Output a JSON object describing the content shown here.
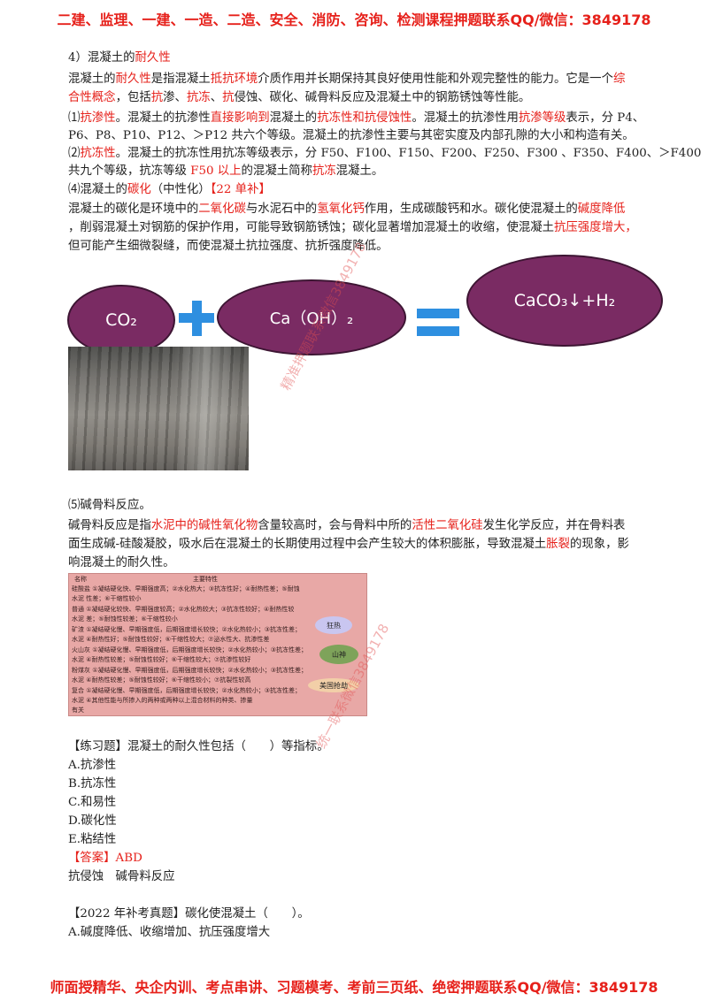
{
  "header_banner": "二建、监理、一建、一造、二造、安全、消防、咨询、检测课程押题联系QQ/微信：3849178",
  "footer_banner": "师面授精华、央企内训、考点串讲、习题模考、考前三页纸、绝密押题联系QQ/微信：3849178",
  "section_title": {
    "prefix": "4）混凝土的",
    "highlight": "耐久性"
  },
  "intro": {
    "l1": [
      "混凝土的",
      "耐久性",
      "是指混凝土",
      "抵抗环境",
      "介质作用并长期保持其良好使用性能和外观完整性的能力。它是一个",
      "综"
    ],
    "l2": [
      "合性概念",
      "，包括",
      "抗",
      "渗、",
      "抗冻",
      "、",
      "抗",
      "侵蚀、碳化、碱骨料反应及混凝土中的钢筋锈蚀等性能。"
    ]
  },
  "impermeability": {
    "l1": [
      "⑴",
      "抗渗性",
      "。混凝土的抗渗性",
      "直接影响到",
      "混凝土的",
      "抗冻性和抗侵蚀性",
      "。混凝土的抗渗性用",
      "抗渗等级",
      "表示，分 P4、"
    ],
    "l2": "P6、P8、P10、P12、＞P12 共六个等级。混凝土的抗渗性主要与其密实度及内部孔隙的大小和构造有关。"
  },
  "frost": {
    "l1": [
      "⑵",
      "抗冻性",
      "。混凝土的抗冻性用抗冻等级表示，分 F50、F100、F150、F200、F250、F300 、F350、F400、＞F400"
    ],
    "l2": [
      "共九个等级，抗冻等级 ",
      "F50 以上",
      "的混凝土简称",
      "抗冻",
      "混凝土。"
    ]
  },
  "carbonation_title": [
    "⑷混凝土的",
    "碳化",
    "（中性化）",
    "【22 单补】"
  ],
  "carbonation": {
    "l1": [
      "混凝土的碳化是环境中的",
      "二氧化碳",
      "与水泥石中的",
      "氢氧化钙",
      "作用，生成碳酸钙和水。碳化使混凝土的",
      "碱度降低"
    ],
    "l2": "，削弱混凝土对钢筋的保护作用，可能导致钢筋锈蚀；碳化显著增加混凝土的收缩，使混凝土",
    "l2_red": "抗压强度增大，",
    "l3": "但可能产生细微裂缝，而使混凝土抗拉强度、抗折强度降低。"
  },
  "equation": {
    "left": "CO₂",
    "plus": "+",
    "middle": "Ca（OH）₂",
    "equals": "=",
    "right": "CaCO₃↓+H₂"
  },
  "aar_title": "⑸碱骨料反应。",
  "aar": {
    "l1": [
      "碱骨料反应是指",
      "水泥中的碱性氧化物",
      "含量较高时，会与骨料中所的",
      "活性二氧化硅",
      "发生化学反应，并在骨料表"
    ],
    "l2": [
      "面生成碱-硅酸凝胶，吸水后在混凝土的长期使用过程中会产生较大的体积膨胀，导致混凝土",
      "胀裂",
      "的现象，影"
    ],
    "l3": "响混凝土的耐久性。"
  },
  "cement_table": {
    "header": [
      "名称",
      "主要特性"
    ],
    "rows": [
      "硅酸盐 ①凝结硬化快、早期强度高；②水化热大；③抗冻性好；④耐热性差；⑤耐蚀",
      "水泥  性差；⑥干缩性较小",
      "普通  ①凝结硬化较快、早期强度较高；②水化热较大；③抗冻性较好；④耐热性较",
      "水泥  差；⑤耐蚀性较差；⑥干缩性较小",
      "矿渣  ①凝结硬化慢、早期强度低，后期强度增长较快；②水化热较小；③抗冻性差；",
      "水泥  ④耐热性好；⑤耐蚀性较好；⑥干缩性较大；⑦泌水性大、抗渗性差",
      "火山灰 ①凝结硬化慢、早期强度低，后期强度增长较快；②水化热较小；③抗冻性差；",
      "水泥  ④耐热性较差；⑤耐蚀性较好；⑥干缩性较大；⑦抗渗性较好",
      "粉煤灰 ①凝结硬化慢、早期强度低，后期强度增长较快；②水化热较小；③抗冻性差；",
      "水泥  ④耐热性较差；⑤耐蚀性较好；⑥干缩性较小；⑦抗裂性较高",
      "复合  ①凝结硬化慢、早期强度低，后期强度增长较快；②水化热较小；③抗冻性差；",
      "水泥  ④其他性能与所掺入的两种或两种以上混合材料的种类、掺量",
      "     有关"
    ],
    "clouds": [
      "狂热",
      "山神",
      "美国抢劫"
    ]
  },
  "practice1": {
    "question": "【练习题】混凝土的耐久性包括（　　）等指标。",
    "options": [
      "A.抗渗性",
      "B.抗冻性",
      "C.和易性",
      "D.碳化性",
      "E.粘结性"
    ],
    "answer": "【答案】ABD",
    "note": "抗侵蚀　碱骨料反应"
  },
  "practice2": {
    "question": "【2022 年补考真题】碳化使混凝土（　　）。",
    "options": [
      "A.碱度降低、收缩增加、抗压强度增大"
    ]
  },
  "watermarks": [
    "精准押题联系微信3849178",
    "统一联系微信3849178"
  ],
  "colors": {
    "accent_red": "#e6201a",
    "highlight_blue": "#1b53c7",
    "oval": "#7a2b63",
    "plus_blue": "#2e8fe0"
  }
}
